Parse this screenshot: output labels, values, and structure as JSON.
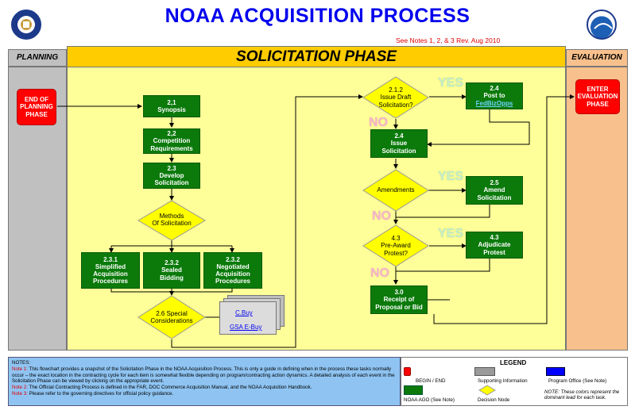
{
  "header": {
    "title": "NOAA ACQUISITION PROCESS",
    "subtitle": "See Notes 1, 2, & 3   Rev. Aug 2010"
  },
  "columns": {
    "left": "PLANNING",
    "center": "SOLICITATION PHASE",
    "right": "EVALUATION"
  },
  "nodes": {
    "end_planning": "END OF PLANNING PHASE",
    "synopsis": "2,1\nSynopsis",
    "competition": "2,2\nCompetition\nRequirements",
    "develop": "2.3\nDevelop\nSolicitation",
    "methods": "Methods\nOf Solicitation",
    "simplified": "2.3.1\nSimplified\nAcquisition\nProcedures",
    "sealed": "2.3.2\nSealed\nBidding",
    "negotiated": "2.3.2\nNegotiated\nAcquisition\nProcedures",
    "special": "2.6 Special\nConsiderations",
    "cbuy": "C.Buy",
    "gsa": "GSA E-Buy",
    "issue_draft": "2.1.2\nIssue Draft\nSolicitation?",
    "post_line1": "2.4\nPost to",
    "post_link": "FedBizOpps",
    "issue": "2.4\nIssue\nSolicitation",
    "amendments": "Amendments",
    "amend": "2.5\nAmend\nSolicitation",
    "preaward": "4.3\nPre-Award\nProtest?",
    "adjudicate": "4.3\nAdjudicate\nProtest",
    "receipt": "3.0\nReceipt of\nProposal or Bid",
    "enter_eval": "ENTER\nEVALUATION\nPHASE"
  },
  "decisions": {
    "yes1": "YES",
    "no1": "NO",
    "yes2": "YES",
    "no2": "NO",
    "yes3": "YES",
    "no3": "NO"
  },
  "notes": {
    "heading": "NOTES:",
    "n1_label": "Note 1:",
    "n1_text": "  This flowchart provides a snapshot  of the Solicitation Phase in the NOAA Acquisition Process.  This is only a guide in defining when in the process these tasks  normally occur – the exact location in the contracting cycle for each item is somewhat flexible depending on program/contracting action dynamics.  A detailed analysis of each event in the Solicitation Phase can be viewed by clicking on the appropriate event.",
    "n2_label": "Note 2:",
    "n2_text": "  The  Official Contracting Process  is defined in the FAR, DOC Commerce Acquisition  Manual, and the NOAA  Acquisition  Handbook.",
    "n3_label": "Note 3:",
    "n3_text": "  Please refer to the governing directives for official policy guidance."
  },
  "legend": {
    "title": "LEGEND",
    "begin_end": "BEGIN / END",
    "supporting": "Supporting Information",
    "program_office": "Program Office  (See Note)",
    "noaa_ago": "NOAA AGO (See Note)",
    "decision": "Decision Node",
    "note": "NOTE:  These colors represent the dominant lead for each task."
  },
  "colors": {
    "planning_bg": "#c0c0c0",
    "phase_bg": "#ffff99",
    "phase_header": "#ffcc00",
    "evaluation_bg": "#f7c08c",
    "action_green": "#0b7a0b",
    "begin_end_red": "#ff0000",
    "decision_yellow": "#ffff00",
    "notes_blue": "#8fc4f2",
    "program_office_blue": "#0000ff"
  }
}
